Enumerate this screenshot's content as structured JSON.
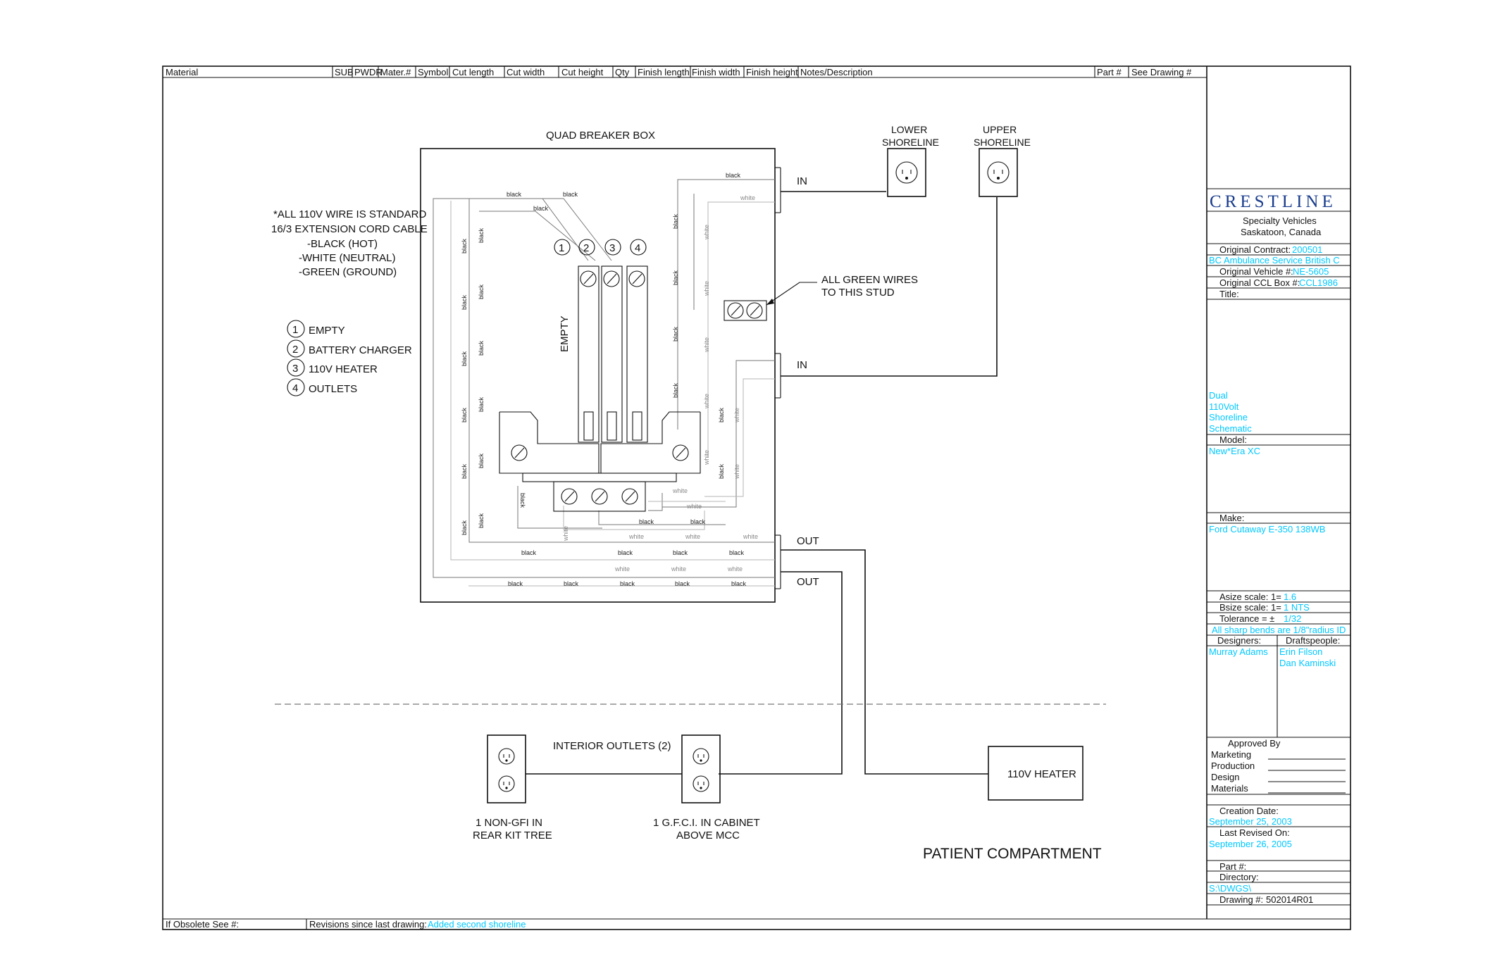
{
  "header": {
    "columns": [
      "Material",
      "SUB",
      "PWDR",
      "Mater.#",
      "Symbol",
      "Cut length",
      "Cut width",
      "Cut height",
      "Qty",
      "Finish length",
      "Finish width",
      "Finish height",
      "Notes/Description",
      "Part #",
      "See Drawing #"
    ]
  },
  "diagram": {
    "quad_title": "QUAD BREAKER BOX",
    "lower_shoreline": [
      "LOWER",
      "SHORELINE"
    ],
    "upper_shoreline": [
      "UPPER",
      "SHORELINE"
    ],
    "in_label": "IN",
    "out_label": "OUT",
    "green_note": [
      "ALL GREEN WIRES",
      "TO THIS STUD"
    ],
    "empty_label": "EMPTY",
    "wire_note": [
      "*ALL 110V WIRE IS STANDARD",
      "16/3 EXTENSION CORD CABLE",
      "-BLACK (HOT)",
      "-WHITE (NEUTRAL)",
      "-GREEN (GROUND)"
    ],
    "legend": [
      {
        "num": "1",
        "label": "EMPTY"
      },
      {
        "num": "2",
        "label": "BATTERY CHARGER"
      },
      {
        "num": "3",
        "label": "110V HEATER"
      },
      {
        "num": "4",
        "label": "OUTLETS"
      }
    ],
    "wire_black": "black",
    "wire_white": "white",
    "interior_outlets": "INTERIOR OUTLETS (2)",
    "outlet_left": [
      "1 NON-GFI IN",
      "REAR KIT TREE"
    ],
    "outlet_right": [
      "1 G.F.C.I. IN CABINET",
      "ABOVE MCC"
    ],
    "heater": "110V HEATER",
    "compartment": "PATIENT COMPARTMENT"
  },
  "title_block": {
    "logo": "CRESTLINE",
    "company": [
      "Specialty Vehicles",
      "Saskatoon, Canada"
    ],
    "original_contract_label": "Original Contract:",
    "original_contract": "200501",
    "customer": "BC Ambulance Service British C",
    "original_vehicle_label": "Original Vehicle #:",
    "original_vehicle": "NE-5605",
    "original_ccl_label": "Original CCL Box #:",
    "original_ccl": "CCL1986",
    "title_label": "Title:",
    "title_lines": [
      "Dual",
      "110Volt",
      "Shoreline",
      "Schematic"
    ],
    "model_label": "Model:",
    "model": "New*Era XC",
    "make_label": "Make:",
    "make": "Ford Cutaway E-350 138WB",
    "asize_label": "Asize scale: 1=",
    "asize": "1.6",
    "bsize_label": "Bsize scale: 1=",
    "bsize": "1 NTS",
    "tolerance_label": "Tolerance = ±",
    "tolerance": "1/32",
    "bends_note": "All sharp bends are 1/8\"radius ID",
    "designers_label": "Designers:",
    "designers": [
      "Murray Adams"
    ],
    "draftspeople_label": "Draftspeople:",
    "draftspeople": [
      "Erin Filson",
      "Dan Kaminski"
    ],
    "approved_label": "Approved By",
    "approvals": [
      "Marketing",
      "Production",
      "Design",
      "Materials"
    ],
    "creation_label": "Creation Date:",
    "creation_date": "September 25, 2003",
    "revised_label": "Last Revised On:",
    "revised_date": "September 26, 2005",
    "part_label": "Part #:",
    "directory_label": "Directory:",
    "directory": "S:\\DWGS\\",
    "drawing_label": "Drawing #:",
    "drawing_number": "502014R01"
  },
  "footer": {
    "obsolete_label": "If Obsolete See #:",
    "revisions_label": "Revisions since last drawing:",
    "revisions_value": "Added second shoreline"
  }
}
